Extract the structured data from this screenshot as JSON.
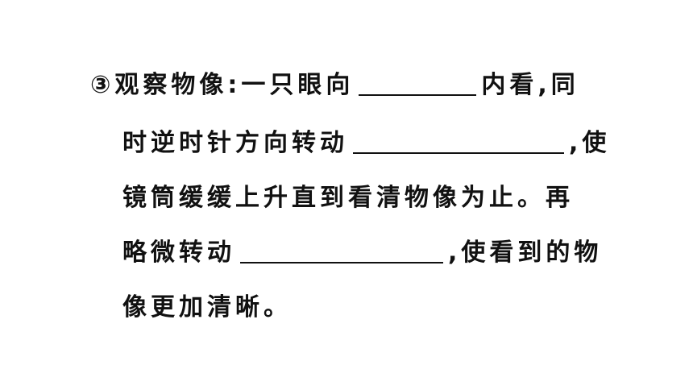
{
  "question": {
    "line1_a": "③观察物像:一只眼向",
    "line1_b": "内看,同",
    "line2_a": "时逆时针方向转动",
    "line2_b": ",使",
    "line3": "镜筒缓缓上升直到看清物像为止。再",
    "line4_a": "略微转动",
    "line4_b": ",使看到的物",
    "line5": "像更加清晰。"
  }
}
